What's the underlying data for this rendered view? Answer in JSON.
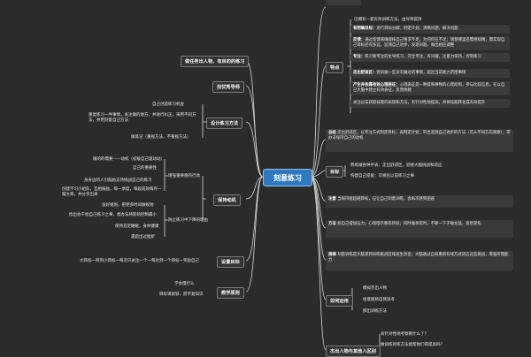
{
  "center": "刻意练习",
  "left": {
    "identity": "做任务出人物，有目的的练习",
    "teacher": "找优秀导师",
    "design": {
      "label": "设计练习方法",
      "items": [
        "自己创造练习机会",
        "重复练习一件事情，关注做的地方，并进行纠正，采用不同方法，并用刻意自己方法",
        "做笔记（重视方法，不重视方法）"
      ]
    },
    "motivation": {
      "label": "保持动机",
      "sub1": "增强重要感的行动",
      "sub1_items": [
        "做的的需要——动机（初级自己驱动动）",
        "自己的重要性",
        "身身边的人们鼓励支持挑战自己的练习",
        "创建学习小组队，互相鼓励，每一季度，每段成效每月一篇文章，并分享出来"
      ],
      "sub2": "防止练习中下降的理由",
      "sub2_items": [
        "良好规划，把更多时间做规划",
        "找出会干扰自己练习之事，想办法将影响控制最小",
        "保持充足睡眠，身体健康",
        "遇后出过挫折"
      ]
    },
    "goal": {
      "label": "设置目标",
      "items": [
        "大目标一目到小目标一每次只关注一个一每达到一个目标一奖励自己"
      ]
    },
    "teach": {
      "label": "教学原则",
      "items": [
        "学会慢行么",
        "目标请就够，而不复知识"
      ]
    }
  },
  "right": {
    "features": {
      "label": "特点",
      "items": [
        {
          "title": "",
          "text": "已拥有一套有效训练方法，由导师提供"
        },
        {
          "title": "有明确目标：",
          "text": "进行目标分解，制定计划，清晰问题，解决问题"
        },
        {
          "title": "反馈：",
          "text": "通过反馈来确保按自己要求不足，为何何在不足；清楚哪里还需继续精，需实现自己目标还有多远，监测自己进步，发现问题，做出相应调整"
        },
        {
          "title": "专注：",
          "text": "练习要专注的主导练习，完全专注，有兴趣，注意力保持，控制练习"
        },
        {
          "title": "走出舒适区：",
          "text": "尝试做一些没有做过的事情，超出当前能力范围事情"
        },
        {
          "title": "产生并依靠有效心理表征：",
          "text": "心理表征是一种反映事物的心理结构，参与比较信息。在以自己大脑中建立有效表征，反馈依赖"
        },
        {
          "title": "",
          "text": "关注过去获取技能的表现和方法，有针对性地提高，并将技能转化成有效提升"
        }
      ]
    },
    "summary": {
      "label": "总结",
      "text": "走出舒适区，以专注方式制定目标，再制定计划；带出监测自己进步的方法（可从不同方向观察）；带办法保持自己的动机"
    },
    "target": {
      "label": "目标",
      "items": [
        "熟练做各种手表：走出舒适区，迎接大脑挑战和适应",
        "构建自己提能：可视化以前练习之事"
      ]
    },
    "note": {
      "label": "注意",
      "text": "当保持能超越目标，应让自己刻意训练，会再次感到困惑"
    },
    "method": {
      "label": "方法",
      "text": "纷自己提加压力；心理暗示要高目标；同时做承诺时，不要一下子做太猛，容易受伤"
    },
    "rule": {
      "label": "规律",
      "text": "刻意训练是大脑受到训练挑战区域发生改变；大脑通过自身重新有线方式适应这些挑战，增强所需能力"
    },
    "apply": {
      "label": "如何运用",
      "items": [
        "模拟杰出人物",
        "给意图将自我思考",
        "撰出训练方法"
      ]
    },
    "distinguish": {
      "label": "杰出人物与其他人区别",
      "items": [
        "有针对性地考察看什么了？",
        "做训练有练方法能帮他们得提高吗？"
      ]
    }
  }
}
